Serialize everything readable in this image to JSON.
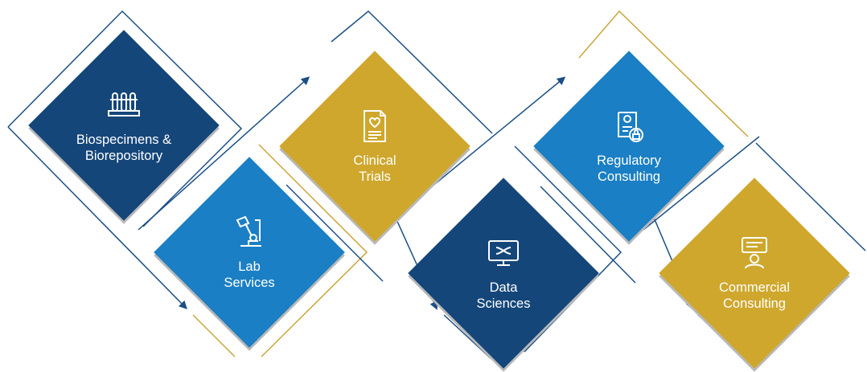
{
  "colors": {
    "navy": "#14467a",
    "blue": "#1a7fc4",
    "gold": "#cfa72d",
    "shadow": "#b9b9b9",
    "line_navy": "#1b4f86",
    "line_gold": "#c9a53a"
  },
  "services": [
    {
      "label": "Biospecimens &\nBiorepository",
      "icon": "test-tubes-rack-icon",
      "color": "#14467a"
    },
    {
      "label": "Lab\nServices",
      "icon": "microscope-icon",
      "color": "#1a7fc4"
    },
    {
      "label": "Clinical\nTrials",
      "icon": "heart-document-icon",
      "color": "#cfa72d"
    },
    {
      "label": "Data\nSciences",
      "icon": "dna-monitor-icon",
      "color": "#14467a"
    },
    {
      "label": "Regulatory\nConsulting",
      "icon": "certificate-lock-icon",
      "color": "#1a7fc4"
    },
    {
      "label": "Commercial\nConsulting",
      "icon": "presenter-board-icon",
      "color": "#cfa72d"
    }
  ]
}
